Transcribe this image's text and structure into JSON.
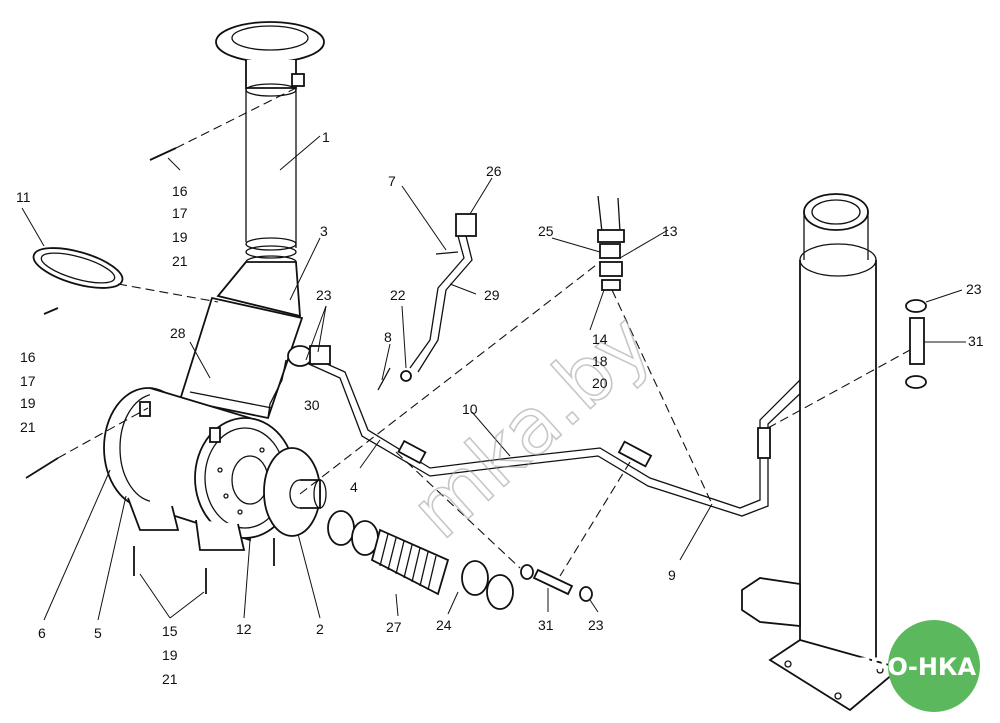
{
  "watermark": "mka.by",
  "logo": {
    "text": "АГРО-НКА",
    "color": "#5bb85d"
  },
  "part_labels": [
    {
      "id": "1",
      "text": "1"
    },
    {
      "id": "3",
      "text": "3"
    },
    {
      "id": "16a",
      "text": "16"
    },
    {
      "id": "17a",
      "text": "17"
    },
    {
      "id": "19a",
      "text": "19"
    },
    {
      "id": "21a",
      "text": "21"
    },
    {
      "id": "11",
      "text": "11"
    },
    {
      "id": "16b",
      "text": "16"
    },
    {
      "id": "17b",
      "text": "17"
    },
    {
      "id": "19b",
      "text": "19"
    },
    {
      "id": "21b",
      "text": "21"
    },
    {
      "id": "28",
      "text": "28"
    },
    {
      "id": "23a",
      "text": "23"
    },
    {
      "id": "30",
      "text": "30"
    },
    {
      "id": "7",
      "text": "7"
    },
    {
      "id": "26",
      "text": "26"
    },
    {
      "id": "29",
      "text": "29"
    },
    {
      "id": "22",
      "text": "22"
    },
    {
      "id": "8",
      "text": "8"
    },
    {
      "id": "25",
      "text": "25"
    },
    {
      "id": "13",
      "text": "13"
    },
    {
      "id": "14",
      "text": "14"
    },
    {
      "id": "18",
      "text": "18"
    },
    {
      "id": "20",
      "text": "20"
    },
    {
      "id": "10",
      "text": "10"
    },
    {
      "id": "4",
      "text": "4"
    },
    {
      "id": "23b",
      "text": "23"
    },
    {
      "id": "31a",
      "text": "31"
    },
    {
      "id": "9",
      "text": "9"
    },
    {
      "id": "6",
      "text": "6"
    },
    {
      "id": "5",
      "text": "5"
    },
    {
      "id": "15",
      "text": "15"
    },
    {
      "id": "19c",
      "text": "19"
    },
    {
      "id": "21c",
      "text": "21"
    },
    {
      "id": "12",
      "text": "12"
    },
    {
      "id": "2",
      "text": "2"
    },
    {
      "id": "27",
      "text": "27"
    },
    {
      "id": "24",
      "text": "24"
    },
    {
      "id": "31b",
      "text": "31"
    },
    {
      "id": "23c",
      "text": "23"
    }
  ]
}
